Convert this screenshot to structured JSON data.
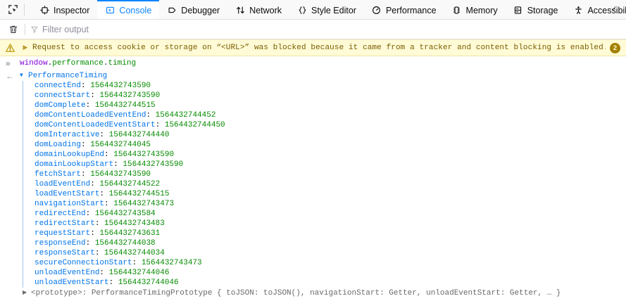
{
  "toolbar": {
    "picker_icon": "element-picker-icon",
    "overflow_icon": "chevron-left-icon",
    "tabs": [
      {
        "label": "Inspector",
        "icon": "inspector-icon",
        "active": false
      },
      {
        "label": "Console",
        "icon": "console-icon",
        "active": true
      },
      {
        "label": "Debugger",
        "icon": "debugger-icon",
        "active": false
      },
      {
        "label": "Network",
        "icon": "network-icon",
        "active": false
      },
      {
        "label": "Style Editor",
        "icon": "style-editor-icon",
        "active": false
      },
      {
        "label": "Performance",
        "icon": "performance-icon",
        "active": false
      },
      {
        "label": "Memory",
        "icon": "memory-icon",
        "active": false
      },
      {
        "label": "Storage",
        "icon": "storage-icon",
        "active": false
      },
      {
        "label": "Accessibility",
        "icon": "accessibility-icon",
        "active": false
      }
    ]
  },
  "filterbar": {
    "clear_icon": "trash-icon",
    "filter_icon": "funnel-icon",
    "filter_placeholder": "Filter output",
    "filter_value": ""
  },
  "console": {
    "warning": {
      "icon": "warning-triangle-icon",
      "twisty": "collapsed",
      "text": "Request to access cookie or storage on “<URL>” was blocked because it came from a tracker and content blocking is enabled.",
      "badge": "2"
    },
    "input": {
      "prompt": "»",
      "object": "window",
      "dot1": ".",
      "prop1": "performance",
      "dot2": ".",
      "prop2": "timing"
    },
    "result": {
      "prompt": "←",
      "twisty": "expanded",
      "object_name": "PerformanceTiming",
      "properties": [
        {
          "key": "connectEnd",
          "value": "1564432743590"
        },
        {
          "key": "connectStart",
          "value": "1564432743590"
        },
        {
          "key": "domComplete",
          "value": "1564432744515"
        },
        {
          "key": "domContentLoadedEventEnd",
          "value": "1564432744452"
        },
        {
          "key": "domContentLoadedEventStart",
          "value": "1564432744450"
        },
        {
          "key": "domInteractive",
          "value": "1564432744440"
        },
        {
          "key": "domLoading",
          "value": "1564432744045"
        },
        {
          "key": "domainLookupEnd",
          "value": "1564432743590"
        },
        {
          "key": "domainLookupStart",
          "value": "1564432743590"
        },
        {
          "key": "fetchStart",
          "value": "1564432743590"
        },
        {
          "key": "loadEventEnd",
          "value": "1564432744522"
        },
        {
          "key": "loadEventStart",
          "value": "1564432744515"
        },
        {
          "key": "navigationStart",
          "value": "1564432743473"
        },
        {
          "key": "redirectEnd",
          "value": "1564432743584"
        },
        {
          "key": "redirectStart",
          "value": "1564432743483"
        },
        {
          "key": "requestStart",
          "value": "1564432743631"
        },
        {
          "key": "responseEnd",
          "value": "1564432744038"
        },
        {
          "key": "responseStart",
          "value": "1564432744034"
        },
        {
          "key": "secureConnectionStart",
          "value": "1564432743473"
        },
        {
          "key": "unloadEventEnd",
          "value": "1564432744046"
        },
        {
          "key": "unloadEventStart",
          "value": "1564432744046"
        }
      ],
      "prototype": "<prototype>: PerformanceTimingPrototype { toJSON: toJSON(), navigationStart: Getter, unloadEventStart: Getter, … }"
    }
  },
  "colors": {
    "accent": "#0a84ff",
    "property_blue": "#0074e8",
    "value_green": "#058b00",
    "object_purple": "#8000d7",
    "warning_bg": "#fffbd6",
    "warning_text": "#7a5c00",
    "badge_bg": "#a47f00"
  }
}
